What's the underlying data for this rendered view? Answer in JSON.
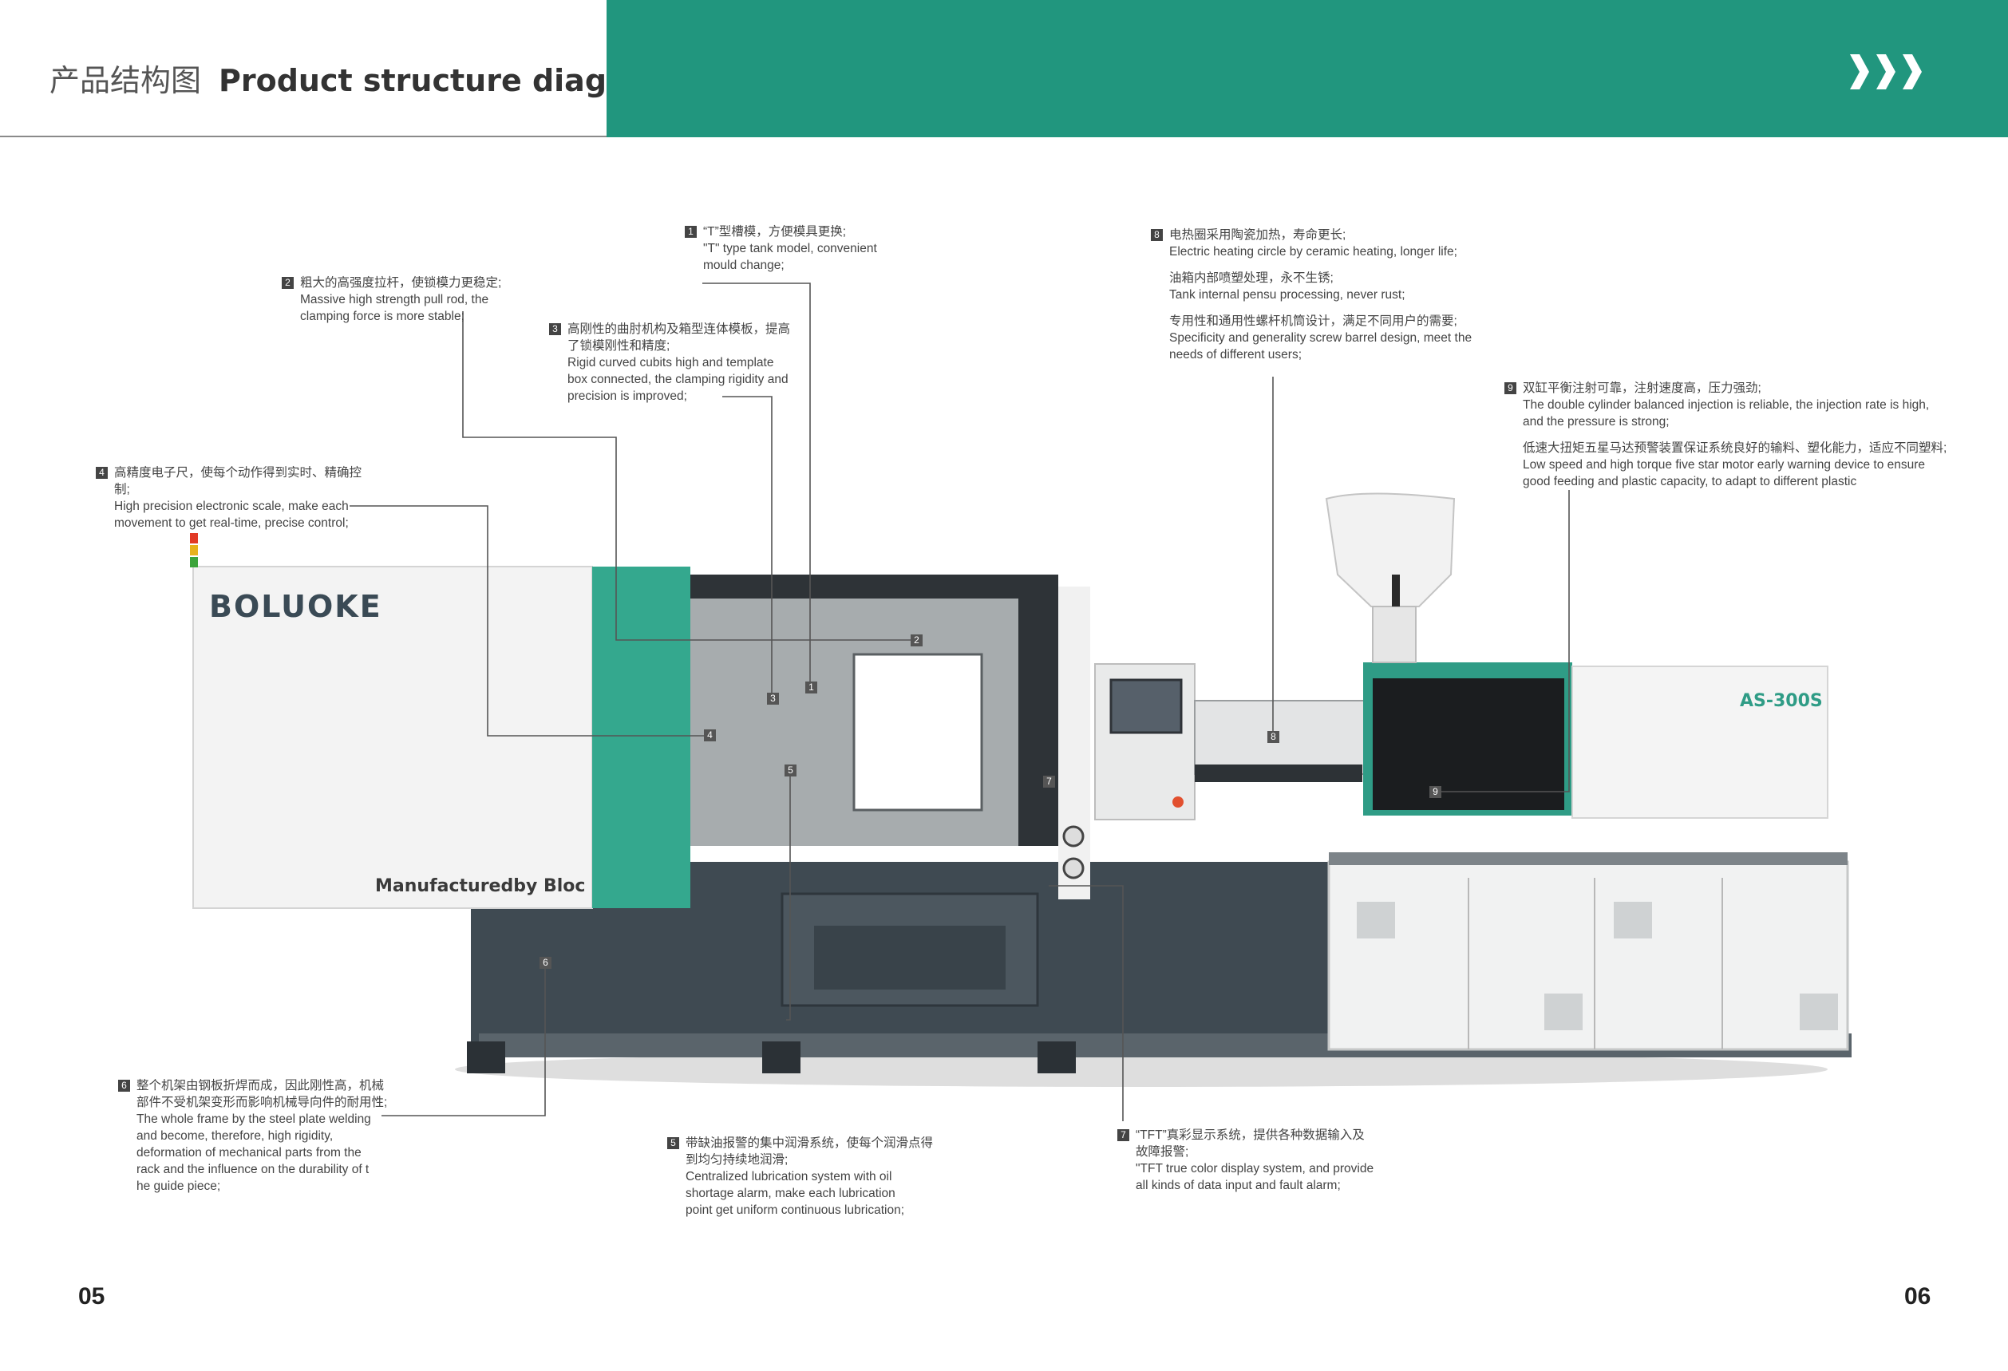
{
  "header": {
    "title_cn": "产品结构图",
    "title_en": "Product structure diagram",
    "chevrons": "❯❯❯",
    "accent_color": "#21967e"
  },
  "pages": {
    "left": "05",
    "right": "06"
  },
  "machine": {
    "brand": "BOLUOKE",
    "footer_text": "Manufacturedby Bloc",
    "model": "AS-300S"
  },
  "notes": [
    {
      "num": "1",
      "lines": [
        "“T”型槽模，方便模具更换;",
        "\"T\" type tank model, convenient",
        "mould change;"
      ]
    },
    {
      "num": "2",
      "lines": [
        "粗大的高强度拉杆，使锁模力更稳定;",
        "Massive high strength pull rod, the",
        "clamping force is more stable;"
      ]
    },
    {
      "num": "3",
      "lines": [
        "高刚性的曲肘机构及箱型连体模板，提高",
        "了锁模刚性和精度;",
        "Rigid curved cubits high and template",
        "box connected, the clamping rigidity and",
        "precision is improved;"
      ]
    },
    {
      "num": "4",
      "lines": [
        "高精度电子尺，使每个动作得到实时、精确控",
        "制;",
        "High precision electronic scale, make each",
        "movement to get real-time, precise control;"
      ]
    },
    {
      "num": "5",
      "lines": [
        "带缺油报警的集中润滑系统，使每个润滑点得",
        "到均匀持续地润滑;",
        "Centralized lubrication system with oil",
        "shortage alarm, make each lubrication",
        "point get uniform continuous lubrication;"
      ]
    },
    {
      "num": "6",
      "lines": [
        "整个机架由钢板折焊而成，因此刚性高，机械",
        "部件不受机架变形而影响机械导向件的耐用性;",
        "The whole frame by the steel plate welding",
        "and become, therefore, high rigidity,",
        "deformation of mechanical parts from the",
        "rack and the influence on the durability of t",
        "he guide piece;"
      ]
    },
    {
      "num": "7",
      "lines": [
        "“TFT”真彩显示系统，提供各种数据输入及",
        "故障报警;",
        "\"TFT true color display system, and provide",
        "all kinds of data input and fault alarm;"
      ]
    },
    {
      "num": "8",
      "groups": [
        [
          "电热圈采用陶瓷加热，寿命更长;",
          "Electric heating circle by ceramic heating, longer life;"
        ],
        [
          "油箱内部喷塑处理，永不生锈;",
          "Tank internal pensu processing, never rust;"
        ],
        [
          "专用性和通用性螺杆机筒设计，满足不同用户的需要;",
          "Specificity and generality screw barrel design, meet the",
          "needs of different users;"
        ]
      ]
    },
    {
      "num": "9",
      "groups": [
        [
          "双缸平衡注射可靠，注射速度高，压力强劲;",
          "The double cylinder balanced injection is reliable, the injection rate is high,",
          "and the pressure is strong;"
        ],
        [
          "低速大扭矩五星马达预警装置保证系统良好的输料、塑化能力，适应不同塑料;",
          "Low speed and high torque five star motor early warning device to ensure",
          "good feeding and plastic capacity, to adapt to different plastic"
        ]
      ]
    }
  ]
}
